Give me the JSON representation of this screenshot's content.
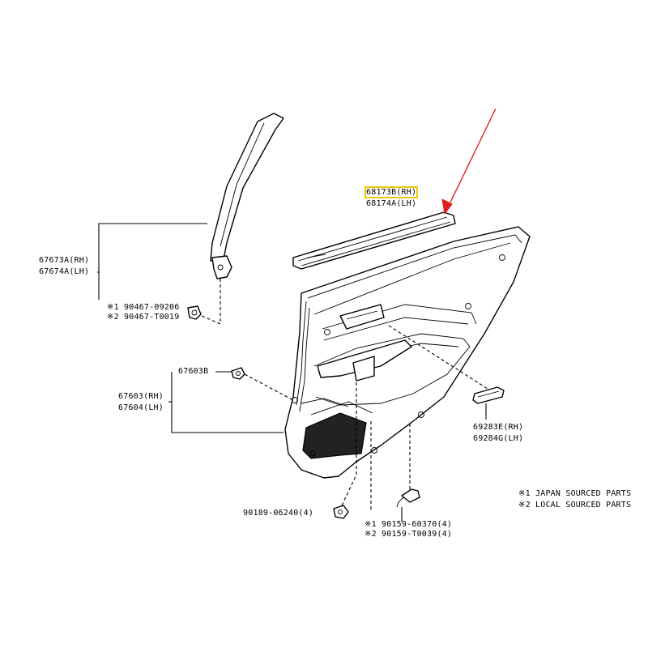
{
  "highlight_color": "#f2c500",
  "arrow_color": "#e0201b",
  "labels": {
    "belt_rh": "68173B(RH)",
    "belt_lh": "68174A(LH)",
    "garnish_rh": "67673A(RH)",
    "garnish_lh": "67674A(LH)",
    "screw_note1": "※1 90467-09206",
    "screw_note2": "※2 90467-T0019",
    "clip_part": "67603B",
    "panel_rh": "67603(RH)",
    "panel_lh": "67604(LH)",
    "cover_rh": "69283E(RH)",
    "cover_lh": "69284G(LH)",
    "nut_part": "90189-06240(4)",
    "bolt_note1": "※1 90159-60370(4)",
    "bolt_note2": "※2 90159-T0039(4)",
    "legend1": "※1 JAPAN SOURCED PARTS",
    "legend2": "※2 LOCAL SOURCED PARTS"
  }
}
